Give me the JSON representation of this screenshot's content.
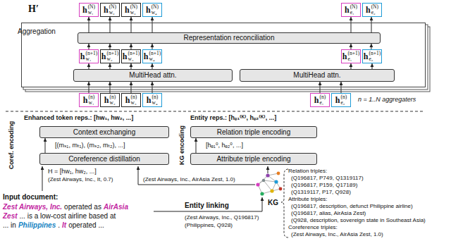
{
  "diagram": {
    "nodes": [
      {
        "text": [
          "h",
          "(N)",
          "w₁"
        ]
      },
      {
        "text": [
          "h",
          "(N)",
          "w₂"
        ]
      },
      {
        "text": [
          "h",
          "(N)",
          "w₃"
        ]
      },
      {
        "text": [
          "h",
          "(N)",
          "w₄"
        ]
      },
      {
        "text": [
          "h",
          "(N)",
          "e₁"
        ]
      },
      {
        "text": [
          "h",
          "(N)",
          "e₂"
        ]
      },
      {
        "text": [
          "Aggregation"
        ]
      },
      {
        "text": [
          "Representation reconciliation"
        ],
        "in": 6
      },
      {
        "text": [
          "h",
          "(n+1)",
          "w₁"
        ],
        "in": 6
      },
      {
        "text": [
          "h",
          "(n+1)",
          "w₂"
        ],
        "in": 6
      },
      {
        "text": [
          "h",
          "(n+1)",
          "w₃"
        ],
        "in": 6
      },
      {
        "text": [
          "h",
          "(n+1)",
          "w₄"
        ],
        "in": 6
      },
      {
        "text": [
          "h",
          "(n+1)",
          "e₁"
        ],
        "in": 6
      },
      {
        "text": [
          "h",
          "(n+1)",
          "e₂"
        ],
        "in": 6
      },
      {
        "text": [
          "MultiHead attn."
        ],
        "in": 6
      },
      {
        "text": [
          "MultiHead attn."
        ],
        "in": 6
      },
      {
        "text": [
          "h",
          "(n)",
          "w₁"
        ]
      },
      {
        "text": [
          "h",
          "(n)",
          "w₂"
        ]
      },
      {
        "text": [
          "h",
          "(n)",
          "w₃"
        ]
      },
      {
        "text": [
          "h",
          "(n)",
          "w₄"
        ]
      },
      {
        "text": [
          "h",
          "(n)",
          "e₁"
        ]
      },
      {
        "text": [
          "h",
          "(n)",
          "e₂"
        ]
      },
      {
        "text": [
          "Context exchanging"
        ]
      },
      {
        "text": [
          "Relation triple encoding"
        ]
      },
      {
        "text": [
          "Coreference distillation"
        ]
      },
      {
        "text": [
          "Attribute triple encoding"
        ]
      }
    ],
    "edges": [
      {
        "from": 7,
        "to": 0,
        "arrow": "to"
      },
      {
        "from": 7,
        "to": 1,
        "arrow": "to"
      },
      {
        "from": 7,
        "to": 2,
        "arrow": "to"
      },
      {
        "from": 7,
        "to": 3,
        "arrow": "to"
      },
      {
        "from": 7,
        "to": 4,
        "arrow": "to"
      },
      {
        "from": 7,
        "to": 5,
        "arrow": "to"
      },
      {
        "from": 8,
        "to": 7,
        "arrow": "to"
      },
      {
        "from": 9,
        "to": 7,
        "arrow": "to"
      },
      {
        "from": 10,
        "to": 7,
        "arrow": "to"
      },
      {
        "from": 11,
        "to": 7,
        "arrow": "to"
      },
      {
        "from": 12,
        "to": 7,
        "arrow": "to"
      },
      {
        "from": 13,
        "to": 7,
        "arrow": "to"
      },
      {
        "from": 14,
        "to": 8,
        "arrow": "to"
      },
      {
        "from": 14,
        "to": 9,
        "arrow": "to"
      },
      {
        "from": 14,
        "to": 10,
        "arrow": "to"
      },
      {
        "from": 14,
        "to": 11,
        "arrow": "to"
      },
      {
        "from": 15,
        "to": 12,
        "arrow": "to"
      },
      {
        "from": 15,
        "to": 13,
        "arrow": "to"
      },
      {
        "from": 16,
        "to": 14,
        "arrow": "to"
      },
      {
        "from": 17,
        "to": 14,
        "arrow": "to"
      },
      {
        "from": 18,
        "to": 14,
        "arrow": "to"
      },
      {
        "from": 19,
        "to": 14,
        "arrow": "to"
      },
      {
        "from": 20,
        "to": 15,
        "arrow": "to"
      },
      {
        "from": 21,
        "to": 15,
        "arrow": "to"
      },
      {
        "from": 24,
        "to": 22,
        "arrow": "to"
      },
      {
        "from": 25,
        "to": 23,
        "arrow": "to"
      }
    ],
    "labels": [
      "H′",
      "n = 1..N aggregaters",
      "Enhanced token reps.: [hw₁, hw₂, ...]",
      "Entity reps.: [hₑ₁⁽ᴷ⁾, hₑ₂⁽ᴷ⁾, ...]",
      "Coref. encoding",
      "KG encoding",
      "[(mₛ₁, mₜ₁), (mₛ₂, mₜ₂), ...]",
      "[hₑ₁⁰, hₑ₂⁰, ...]",
      "H = [hw₁, hw₂, ...]",
      "(Zest Airways, Inc., It, 0.7)",
      "(Zest Airways, Inc., AirAsia Zest, 1.0)",
      "KG",
      "Relation triples:",
      "(Q196817, P749, Q1319117)",
      "(Q196817, P159, Q17189)",
      "(Q1319117, P17, Q928)",
      "Attribute triples:",
      "(Q196817, description, defunct Philippine airline)",
      "(Q196817, alias, AirAsia Zest)",
      "(Q928, description, sovereign state in Southeast Asia)",
      "Coreference triples:",
      "(Zest Airways, Inc., AirAsia Zest, 1.0)",
      "Input document:",
      "Zest Airways, Inc.",
      "operated as",
      "AirAsia",
      "Zest",
      "... is a low-cost airline based at",
      "... in",
      "Philippines",
      ".",
      "It",
      "operated ...",
      "Entity linking",
      "(Zest Airways, Inc., Q196817)",
      "(Philippines, Q928)"
    ]
  }
}
